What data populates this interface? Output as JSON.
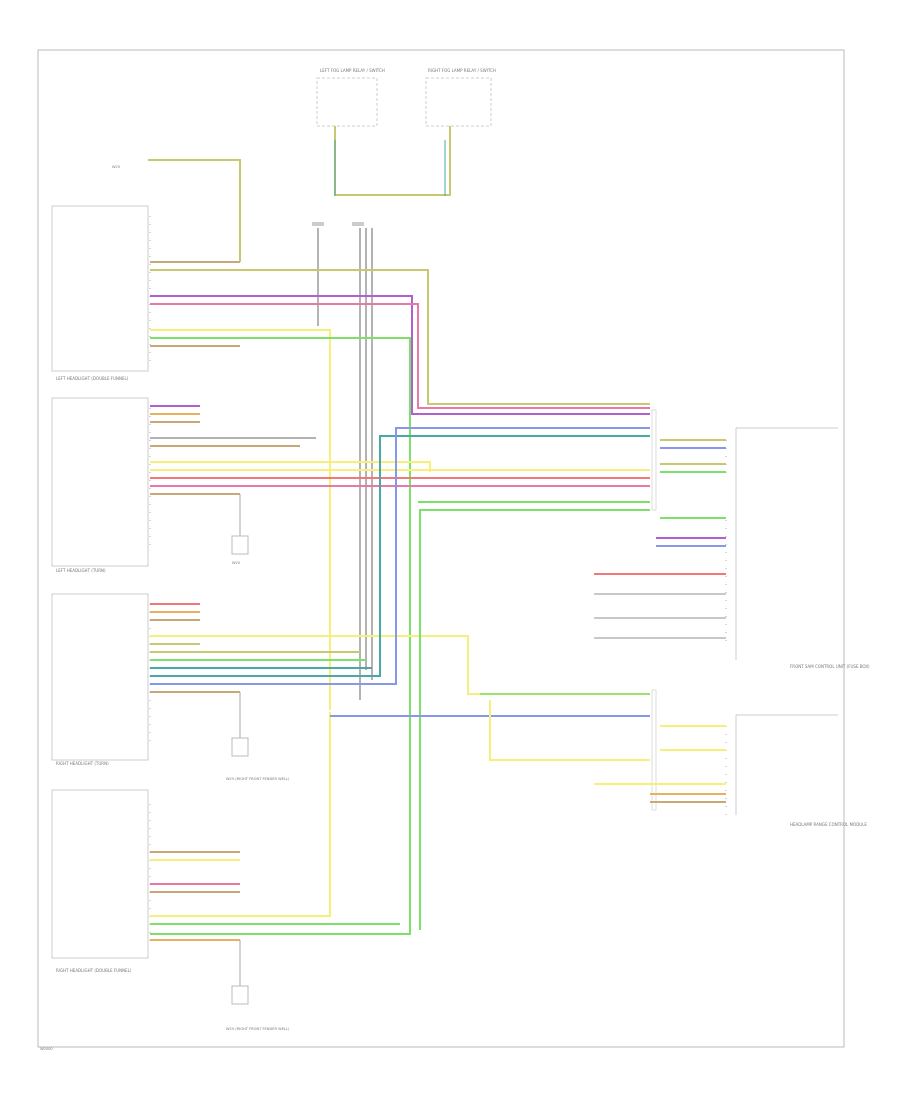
{
  "components": {
    "top_left_switch": {
      "title": "LEFT FOG LAMP RELAY / SWITCH"
    },
    "top_right_switch": {
      "title": "RIGHT FOG LAMP RELAY / SWITCH"
    },
    "left_headlight_upper": {
      "title": "LEFT HEADLIGHT (DOUBLE FUNNEL)"
    },
    "left_headlight_lower": {
      "title": "LEFT HEADLIGHT (TURN)"
    },
    "right_headlight_upper": {
      "title": "RIGHT HEADLIGHT (TURN)"
    },
    "right_headlight_lower": {
      "title": "RIGHT HEADLIGHT (DOUBLE FUNNEL)"
    },
    "front_sam": {
      "title": "FRONT SAM CONTROL UNIT (FUSE BOX)"
    },
    "bottom_right_module": {
      "title": "HEADLAMP RANGE CONTROL MODULE"
    },
    "footer_code": "W0000"
  },
  "grounds": [
    {
      "id": "g1",
      "label": "W25"
    },
    {
      "id": "g2",
      "label": "W25 (RIGHT FRONT FENDER WELL)"
    },
    {
      "id": "g3",
      "label": "W25 (RIGHT FRONT FENDER WELL)"
    }
  ],
  "colors": {
    "brown": "#c8a878",
    "yellow": "#f4f07a",
    "green": "#7de06a",
    "purple": "#b060d0",
    "pink": "#e878a8",
    "red": "#f07878",
    "blue": "#8898e8",
    "teal": "#4aa8a8",
    "gray": "#9a9a9a",
    "orange": "#e8b060",
    "olive": "#c8c870"
  }
}
